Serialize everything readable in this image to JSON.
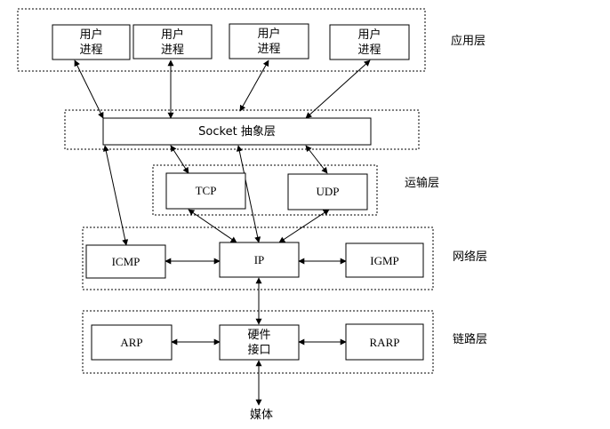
{
  "layers": {
    "application": "应用层",
    "transport": "运输层",
    "network": "网络层",
    "link": "链路层"
  },
  "nodes": {
    "user_process_1": [
      "用户",
      "进程"
    ],
    "user_process_2": [
      "用户",
      "进程"
    ],
    "user_process_3": [
      "用户",
      "进程"
    ],
    "user_process_4": [
      "用户",
      "进程"
    ],
    "socket": "Socket 抽象层",
    "tcp": "TCP",
    "udp": "UDP",
    "icmp": "ICMP",
    "ip": "IP",
    "igmp": "IGMP",
    "arp": "ARP",
    "hw_interface": [
      "硬件",
      "接口"
    ],
    "rarp": "RARP",
    "media": "媒体"
  }
}
